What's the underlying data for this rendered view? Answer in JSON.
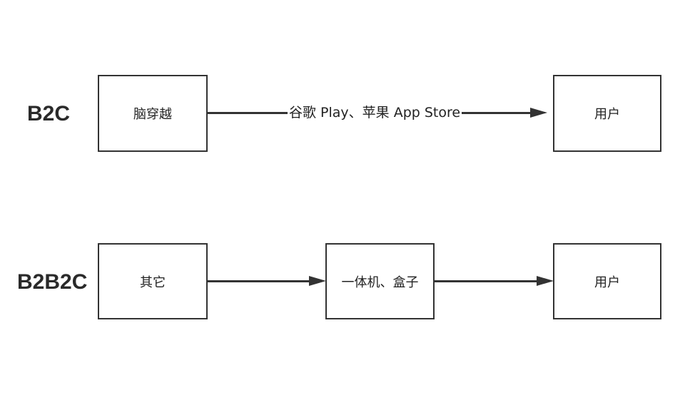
{
  "rows": [
    {
      "label": "B2C",
      "nodes": [
        "脑穿越",
        "用户"
      ],
      "edges": [
        {
          "from": "脑穿越",
          "to": "用户",
          "label": "谷歌 Play、苹果 App Store"
        }
      ]
    },
    {
      "label": "B2B2C",
      "nodes": [
        "其它",
        "一体机、盒子",
        "用户"
      ],
      "edges": [
        {
          "from": "其它",
          "to": "一体机、盒子",
          "label": ""
        },
        {
          "from": "一体机、盒子",
          "to": "用户",
          "label": ""
        }
      ]
    }
  ]
}
